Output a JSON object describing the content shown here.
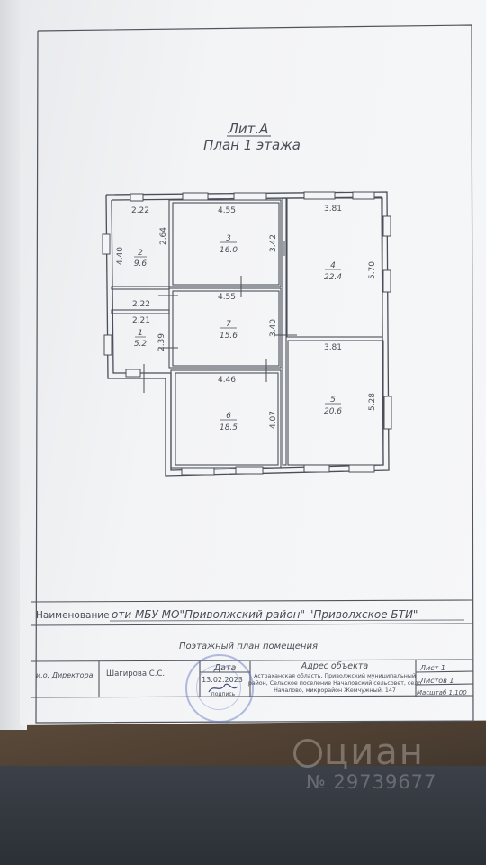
{
  "header": {
    "liter": "Лит.А",
    "plan_title": "План 1 этажа"
  },
  "rooms": [
    {
      "number": "1",
      "area": "5.2"
    },
    {
      "number": "2",
      "area": "9.6"
    },
    {
      "number": "3",
      "area": "16.0"
    },
    {
      "number": "4",
      "area": "22.4"
    },
    {
      "number": "5",
      "area": "20.6"
    },
    {
      "number": "6",
      "area": "18.5"
    },
    {
      "number": "7",
      "area": "15.6"
    }
  ],
  "dimensions": {
    "r2_top": "2.22",
    "r2_side": "4.40",
    "r2_right": "2.64",
    "r1_top_a": "2.22",
    "r1_top_b": "2.21",
    "r1_side": "2.39",
    "r3_top": "4.55",
    "r3_side": "3.42",
    "r7_top": "4.55",
    "r7_side": "3.40",
    "r6_top": "4.46",
    "r6_side": "4.07",
    "r4_top": "3.81",
    "r4_side": "5.70",
    "r5_top": "3.81",
    "r5_side": "5.28"
  },
  "title_block": {
    "name_label": "Наименование",
    "org_name": "оти МБУ МО\"Приволжский район\" \"Приволхское БТИ\"",
    "doc_title": "Поэтажный план помещения",
    "position": "и.о. Директора",
    "person": "Шагирова С.С.",
    "date_label": "Дата",
    "date_value": "13.02.2023",
    "sign_label": "подпись",
    "address_label": "Адрес объекта",
    "address_line1": "Астраханская область, Приволжский муниципальный",
    "address_line2": "район, Сельское поселение Началовский сельсовет, село",
    "address_line3": "Началово, микрорайон Жемчужный, 147",
    "sheet_label": "Лист 1",
    "sheets_label": "Листов 1",
    "scale_label": "Масштаб 1:100"
  },
  "watermark": {
    "logo": "циан",
    "listing_id": "№ 29739677"
  }
}
